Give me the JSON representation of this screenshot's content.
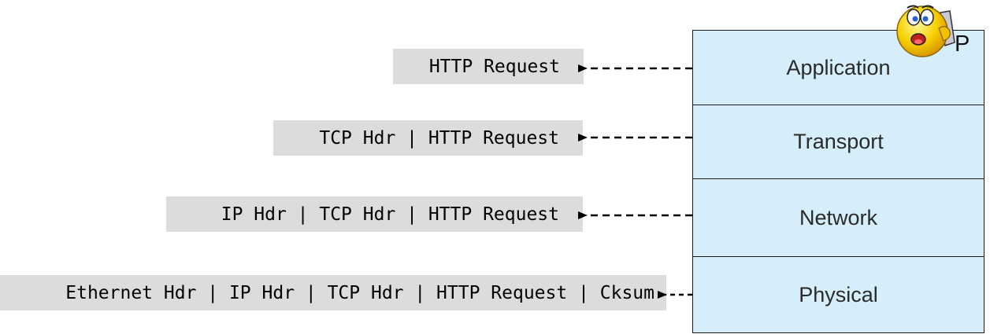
{
  "layers": [
    "Application",
    "Transport",
    "Network",
    "Physical"
  ],
  "host_label": "P",
  "packets": [
    "HTTP Request",
    "TCP Hdr | HTTP Request",
    "IP Hdr | TCP Hdr | HTTP Request",
    "Ethernet Hdr | IP Hdr | TCP Hdr | HTTP Request | Cksum"
  ],
  "icon": "worried-face-phone-icon"
}
